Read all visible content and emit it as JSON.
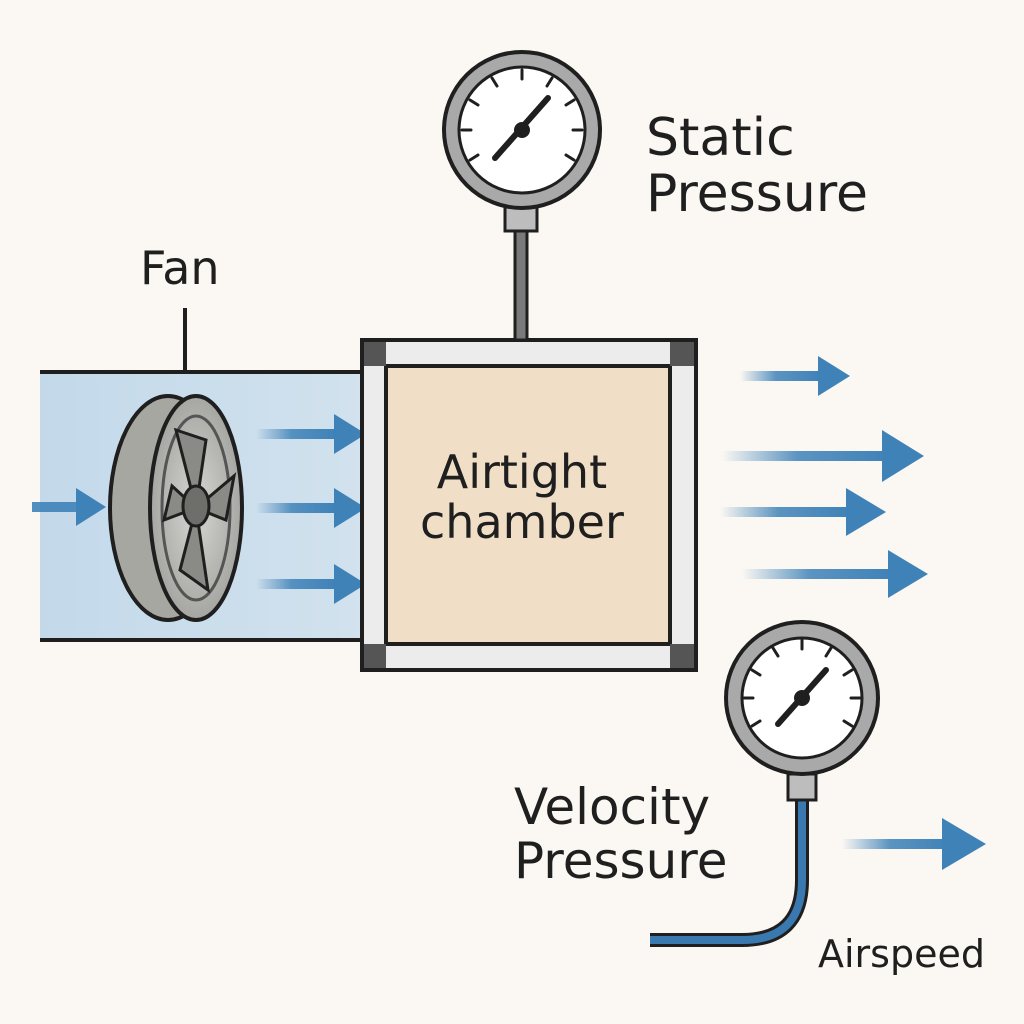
{
  "labels": {
    "static_pressure": [
      "Static",
      "Pressure"
    ],
    "fan": "Fan",
    "chamber": [
      "Airtight",
      "chamber"
    ],
    "velocity_pressure": [
      "Velocity",
      "Pressure"
    ],
    "airspeed": "Airspeed"
  },
  "colors": {
    "background": "#fbf8f3",
    "duct_fill": "#c7dcea",
    "chamber_fill": "#f0dfc6",
    "arrow": "#3f82b8",
    "outline": "#1f1f1f",
    "gauge_face": "#ffffff",
    "gauge_rim": "#9a9a9a",
    "fan_body": "#a9a9a4",
    "tube": "#3a78b0"
  },
  "icons": {
    "static_gauge": "pressure-gauge-icon",
    "velocity_gauge": "pressure-gauge-icon",
    "fan": "fan-icon",
    "flow": "arrow-right-icon"
  }
}
